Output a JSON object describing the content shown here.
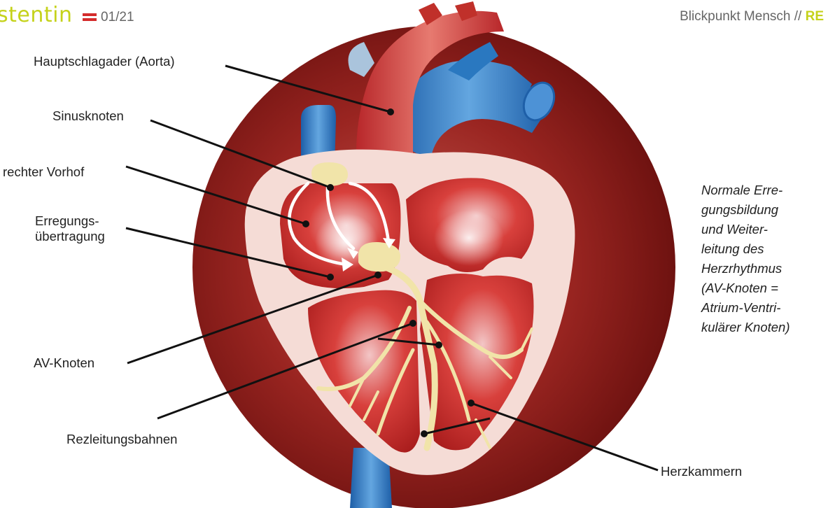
{
  "header": {
    "brand": "stentin",
    "issue": "01/21",
    "section_prefix": "Blickpunkt Mensch //",
    "section_highlight": "RE"
  },
  "labels": {
    "aorta": "Hauptschlagader (Aorta)",
    "sinus": "Sinusknoten",
    "vorhof": "rechter Vorhof",
    "erregung_1": "Erregungs-",
    "erregung_2": "übertragung",
    "av": "AV-Knoten",
    "bahnen": "Rezleitungsbahnen",
    "kammern": "Herzkammern"
  },
  "caption": [
    "Normale Erre-",
    "gungsbildung",
    "und Weiter-",
    "leitung des",
    "Herzrhythmus",
    "(AV-Knoten =",
    "Atrium-Ventri-",
    "kulärer Knoten)"
  ],
  "colors": {
    "brand": "#c5d21a",
    "flag": "#d42b2b",
    "circle": "#8a1b1a",
    "vein": "#2a78c0",
    "aorta": "#c0302a",
    "conduction": "#f1e4a9"
  }
}
